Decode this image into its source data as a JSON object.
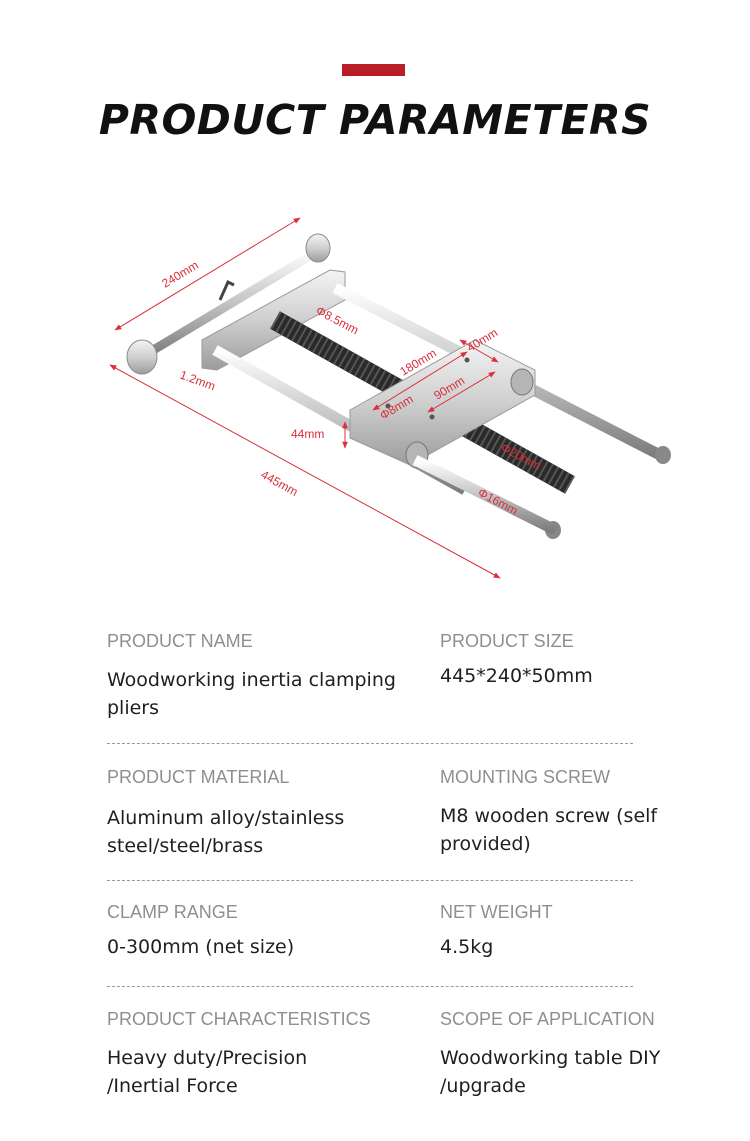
{
  "header": {
    "title": "PRODUCT PARAMETERS",
    "accent_color": "#b91d25"
  },
  "illustration": {
    "dimension_color": "#d9303a",
    "labels": {
      "length": "445mm",
      "width": "240mm",
      "plate_thickness": "1.2mm",
      "height": "44mm",
      "hole_spacing": "180mm",
      "jaw_width": "40mm",
      "jaw_spacing": "90mm",
      "rod_diameter_small": "Φ8.5mm",
      "hole_diameter": "Φ8mm",
      "screw_diameter": "Φ20mm",
      "rod_diameter": "Φ16mm"
    }
  },
  "specs": [
    {
      "left": {
        "label": "PRODUCT NAME",
        "value": "Woodworking inertia clamping pliers"
      },
      "right": {
        "label": "PRODUCT SIZE",
        "value": "445*240*50mm"
      }
    },
    {
      "left": {
        "label": "PRODUCT MATERIAL",
        "value": "Aluminum alloy/stainless steel/steel/brass"
      },
      "right": {
        "label": "MOUNTING SCREW",
        "value": "M8 wooden screw (self provided)"
      }
    },
    {
      "left": {
        "label": "CLAMP RANGE",
        "value": "0-300mm (net size)"
      },
      "right": {
        "label": "NET WEIGHT",
        "value": "4.5kg"
      }
    },
    {
      "left": {
        "label": "PRODUCT CHARACTERISTICS",
        "value": "Heavy duty/Precision /Inertial Force"
      },
      "right": {
        "label": "SCOPE OF APPLICATION",
        "value": "Woodworking table DIY /upgrade"
      }
    }
  ]
}
